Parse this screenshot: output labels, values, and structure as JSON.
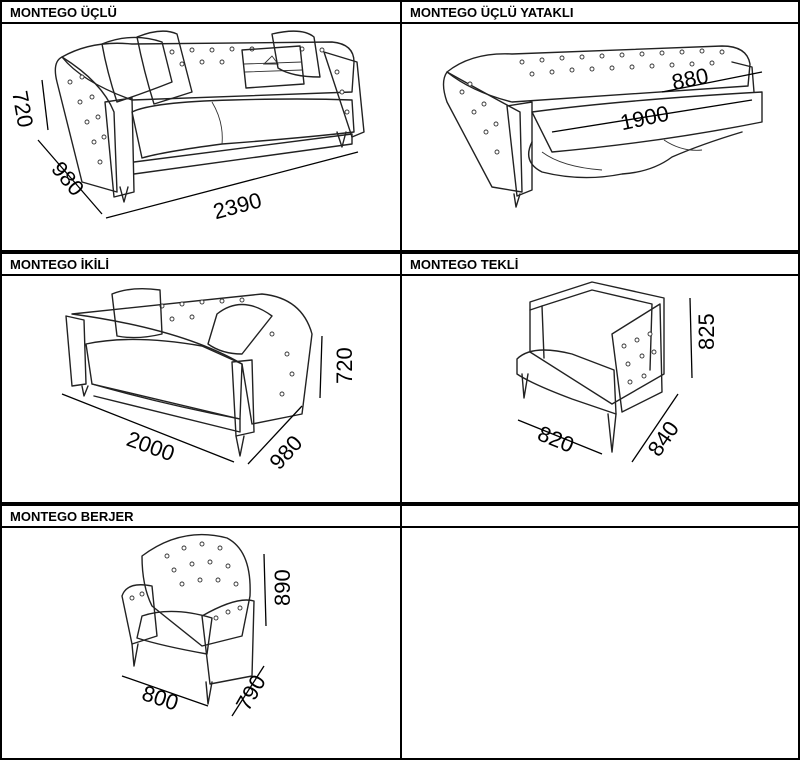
{
  "panels": [
    {
      "title": "MONTEGO ÜÇLÜ",
      "dims": {
        "height": "720",
        "depth": "980",
        "width": "2390"
      }
    },
    {
      "title": "MONTEGO ÜÇLÜ YATAKLI",
      "dims": {
        "bed_length": "1900",
        "bed_width": "880"
      }
    },
    {
      "title": "MONTEGO İKİLİ",
      "dims": {
        "width": "2000",
        "depth": "980",
        "height": "720"
      }
    },
    {
      "title": "MONTEGO TEKLİ",
      "dims": {
        "height": "825",
        "width": "820",
        "depth": "840"
      }
    },
    {
      "title": "MONTEGO BERJER",
      "dims": {
        "height": "890",
        "width": "800",
        "depth": "790"
      }
    },
    {
      "title": ""
    }
  ]
}
